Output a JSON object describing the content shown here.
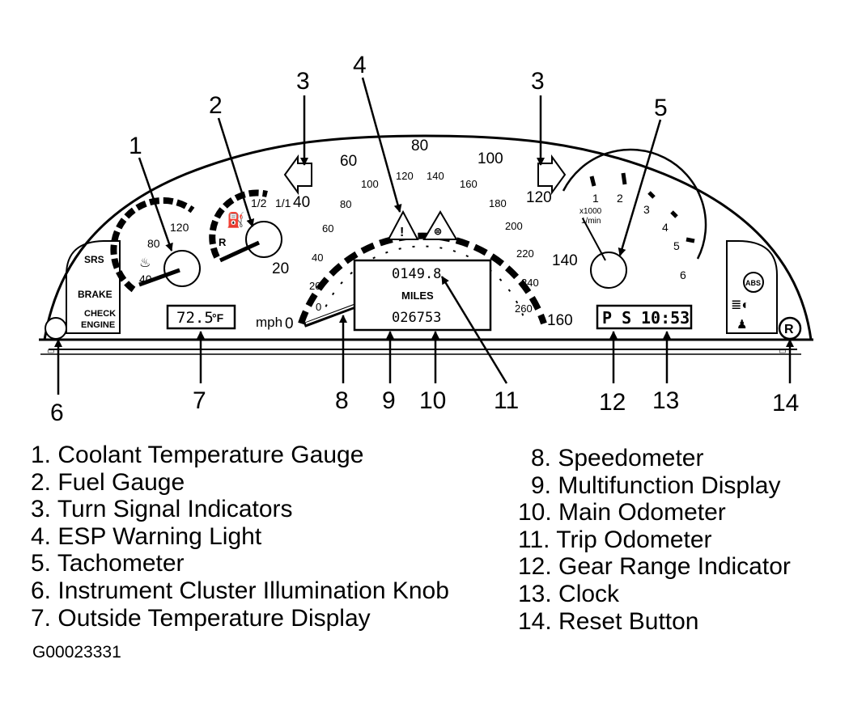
{
  "callouts": [
    "1",
    "2",
    "3",
    "3",
    "4",
    "5",
    "6",
    "7",
    "8",
    "9",
    "10",
    "11",
    "12",
    "13",
    "14"
  ],
  "warning_labels": {
    "srs": "SRS",
    "brake": "BRAKE",
    "check": "CHECK",
    "engine": "ENGINE"
  },
  "coolant_gauge": {
    "ticks": [
      "120",
      "80",
      "40"
    ],
    "unit": "°"
  },
  "fuel_gauge": {
    "half": "1/2",
    "full": "1/1",
    "reserve": "R"
  },
  "speedometer": {
    "mph_unit": "mph",
    "mph_ticks": [
      "0",
      "20",
      "40",
      "60",
      "80",
      "100",
      "120",
      "140",
      "160"
    ],
    "kmh_ticks": [
      "0",
      "20",
      "40",
      "60",
      "80",
      "100",
      "120",
      "140",
      "160",
      "180",
      "200",
      "220",
      "240",
      "260"
    ]
  },
  "tachometer": {
    "ticks": [
      "1",
      "2",
      "3",
      "4",
      "5",
      "6"
    ],
    "unit_line1": "x1000",
    "unit_line2": "1/min"
  },
  "multifunction_display": {
    "trip": "0149.8",
    "unit": "MILES",
    "odometer": "026753"
  },
  "outside_temp": {
    "value": "72.5",
    "unit": "°F"
  },
  "gear_display": "P S",
  "clock": "10:53",
  "abs_label": "ABS",
  "reset_label": "R",
  "legend_left": [
    "1. Coolant Temperature Gauge",
    "2. Fuel Gauge",
    "3. Turn Signal Indicators",
    "4. ESP Warning Light",
    "5. Tachometer",
    "6. Instrument Cluster Illumination Knob",
    "7. Outside Temperature Display"
  ],
  "legend_right": [
    "8. Speedometer",
    "9. Multifunction Display",
    "10. Main Odometer",
    "11. Trip Odometer",
    "12. Gear Range Indicator",
    "13. Clock",
    "14. Reset Button"
  ],
  "figure_id": "G00023331"
}
